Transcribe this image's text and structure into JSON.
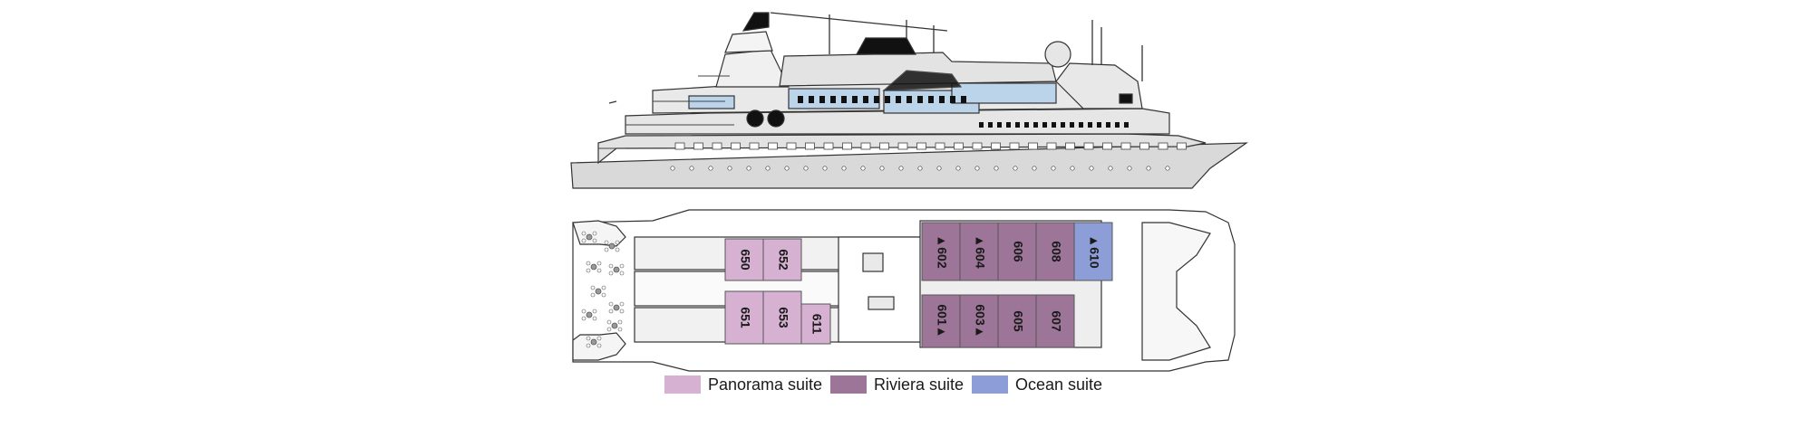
{
  "colors": {
    "panorama": "#d7b1d1",
    "riviera": "#9d7599",
    "ocean": "#8d9dd8",
    "hull": "#d9d9d9",
    "outline": "#333333",
    "glass": "#bcd4ea"
  },
  "icons": {
    "ship": "ship-profile-icon",
    "elevator": "elevator-icon",
    "stairs": "stairs-icon",
    "lounge-chair": "lounge-chair-icon"
  },
  "cabins": [
    {
      "number": "650",
      "type": "panorama"
    },
    {
      "number": "652",
      "type": "panorama"
    },
    {
      "number": "651",
      "type": "panorama"
    },
    {
      "number": "653",
      "type": "panorama"
    },
    {
      "number": "611",
      "type": "panorama"
    },
    {
      "number": "▲602",
      "type": "riviera"
    },
    {
      "number": "▲604",
      "type": "riviera"
    },
    {
      "number": "606",
      "type": "riviera"
    },
    {
      "number": "608",
      "type": "riviera"
    },
    {
      "number": "▲610",
      "type": "ocean"
    },
    {
      "number": "601▲",
      "type": "riviera"
    },
    {
      "number": "603▲",
      "type": "riviera"
    },
    {
      "number": "605",
      "type": "riviera"
    },
    {
      "number": "607",
      "type": "riviera"
    }
  ],
  "legend": [
    {
      "label": "Panorama suite",
      "type": "panorama"
    },
    {
      "label": "Riviera suite",
      "type": "riviera"
    },
    {
      "label": "Ocean suite",
      "type": "ocean"
    }
  ]
}
